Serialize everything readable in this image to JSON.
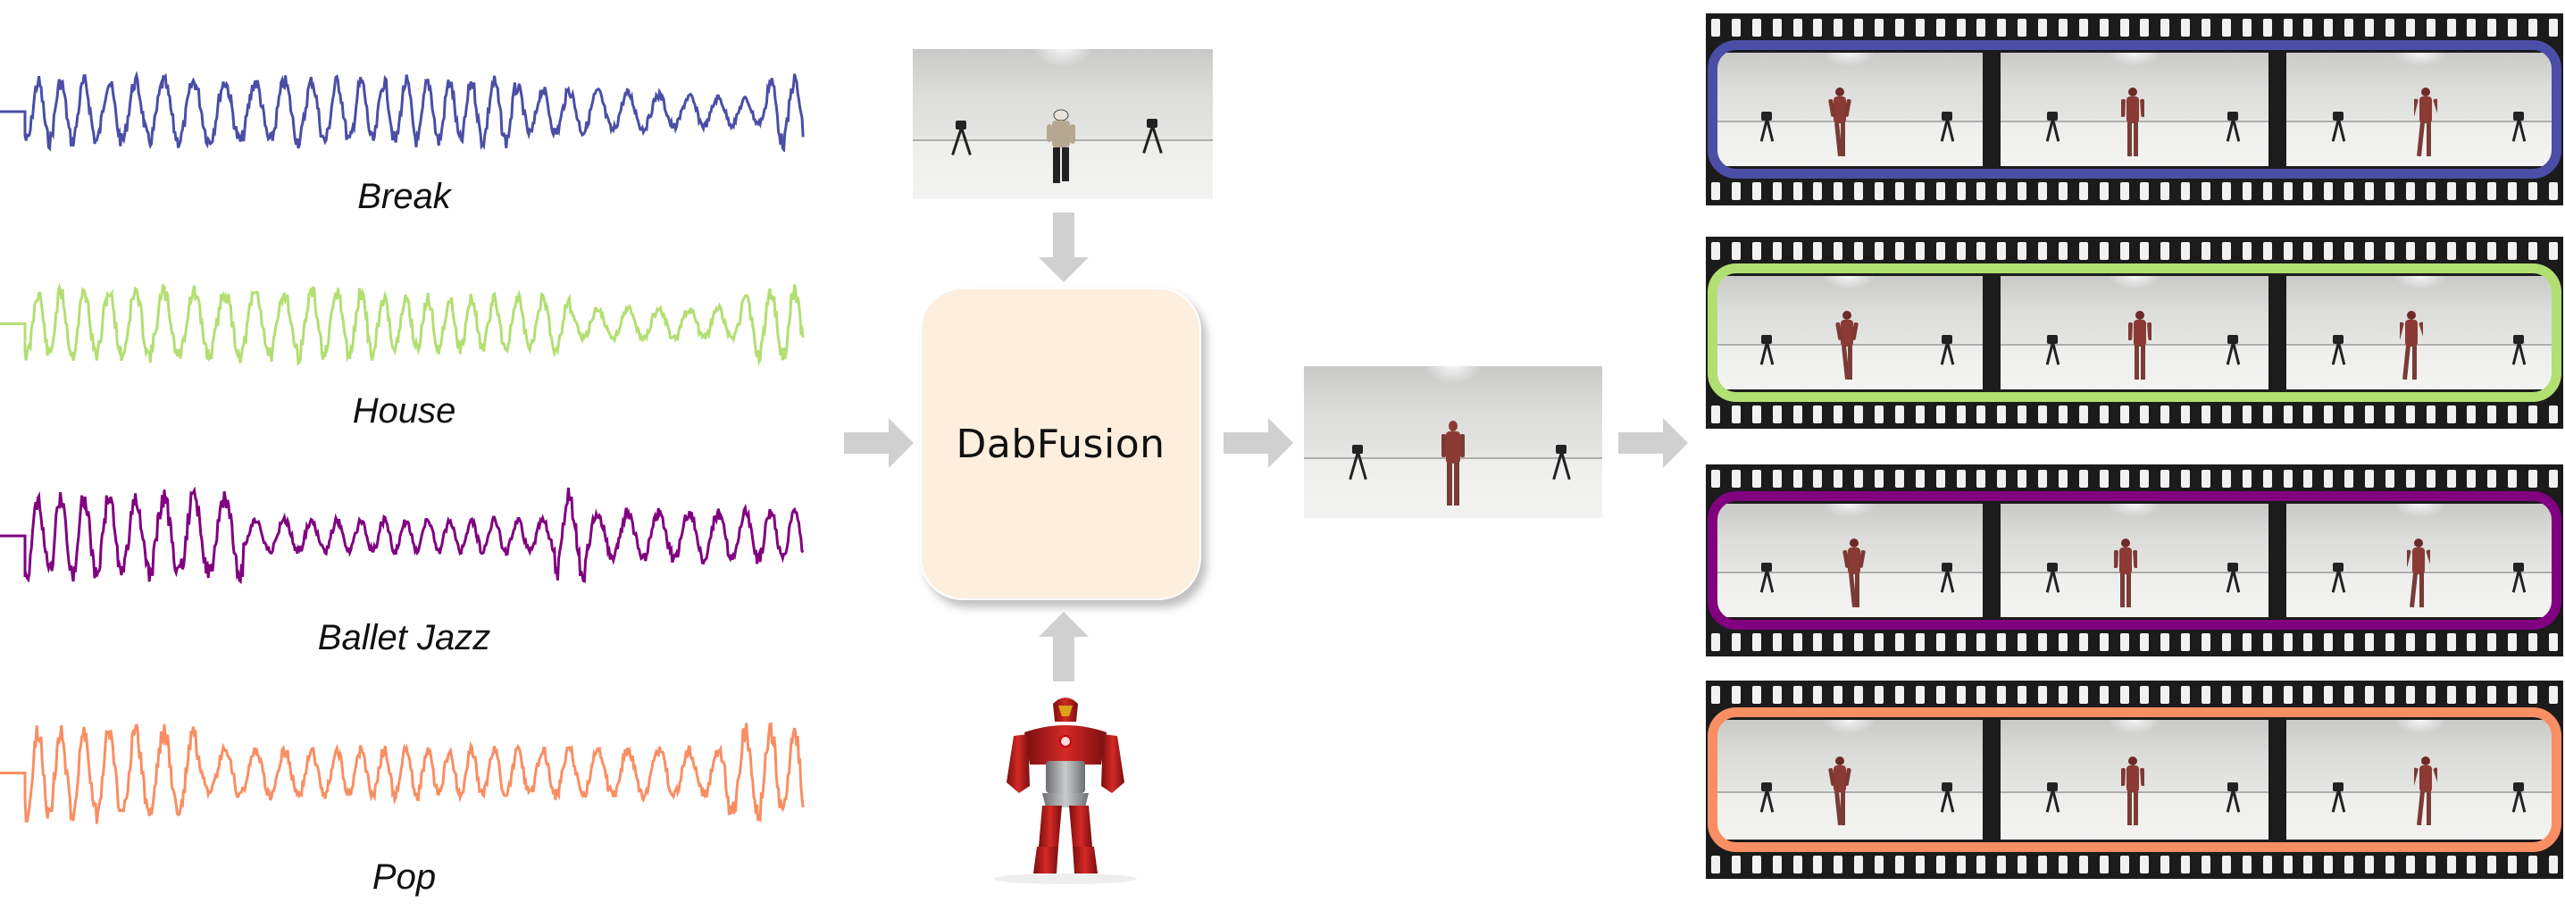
{
  "diagram": {
    "title": "DabFusion pipeline",
    "colors": {
      "break": "#4a4ea6",
      "house": "#b2df72",
      "ballet_jazz": "#800080",
      "pop": "#f98e62",
      "arrow": "#d0d0d0",
      "model_box_fill": "#fdeedd",
      "film_strip": "#1b1b1b"
    },
    "music_inputs": [
      {
        "label": "Break",
        "color": "#4a4ea6"
      },
      {
        "label": "House",
        "color": "#b2df72"
      },
      {
        "label": "Ballet Jazz",
        "color": "#800080"
      },
      {
        "label": "Pop",
        "color": "#f98e62"
      }
    ],
    "reference_image": {
      "description": "dancer in white studio with two tripod cameras"
    },
    "character_image": {
      "description": "red and silver armored robot character, front view"
    },
    "model": {
      "label": "DabFusion"
    },
    "intermediate_output": {
      "description": "generated armored character standing in studio"
    },
    "output_strips": [
      {
        "genre": "Break",
        "border_color": "#4a4ea6",
        "frames": 3
      },
      {
        "genre": "House",
        "border_color": "#b2df72",
        "frames": 3
      },
      {
        "genre": "Ballet Jazz",
        "border_color": "#800080",
        "frames": 3
      },
      {
        "genre": "Pop",
        "border_color": "#f98e62",
        "frames": 3
      }
    ]
  }
}
